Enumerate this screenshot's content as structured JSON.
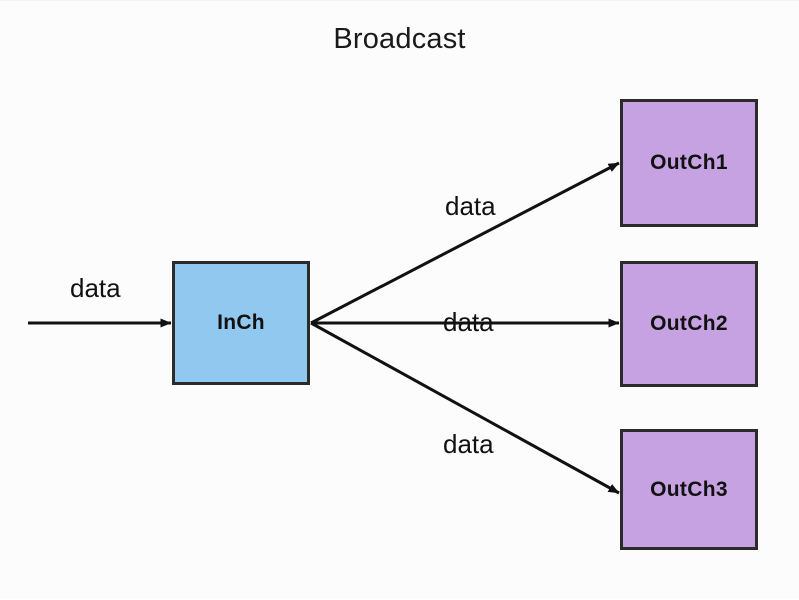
{
  "diagram": {
    "title": "Broadcast",
    "background_color": "#fcfcfc",
    "nodes": [
      {
        "id": "inch",
        "label": "InCh",
        "role": "input",
        "fill": "#90c8ef",
        "stroke": "#2b2b2b"
      },
      {
        "id": "out1",
        "label": "OutCh1",
        "role": "output",
        "fill": "#c7a2e2",
        "stroke": "#2b2b2b"
      },
      {
        "id": "out2",
        "label": "OutCh2",
        "role": "output",
        "fill": "#c7a2e2",
        "stroke": "#2b2b2b"
      },
      {
        "id": "out3",
        "label": "OutCh3",
        "role": "output",
        "fill": "#c7a2e2",
        "stroke": "#2b2b2b"
      }
    ],
    "edges": [
      {
        "id": "edge-in",
        "label": "data",
        "from": "external",
        "to": "inch"
      },
      {
        "id": "edge-top",
        "label": "data",
        "from": "inch",
        "to": "out1"
      },
      {
        "id": "edge-mid",
        "label": "data",
        "from": "inch",
        "to": "out2"
      },
      {
        "id": "edge-bot",
        "label": "data",
        "from": "inch",
        "to": "out3"
      }
    ]
  }
}
